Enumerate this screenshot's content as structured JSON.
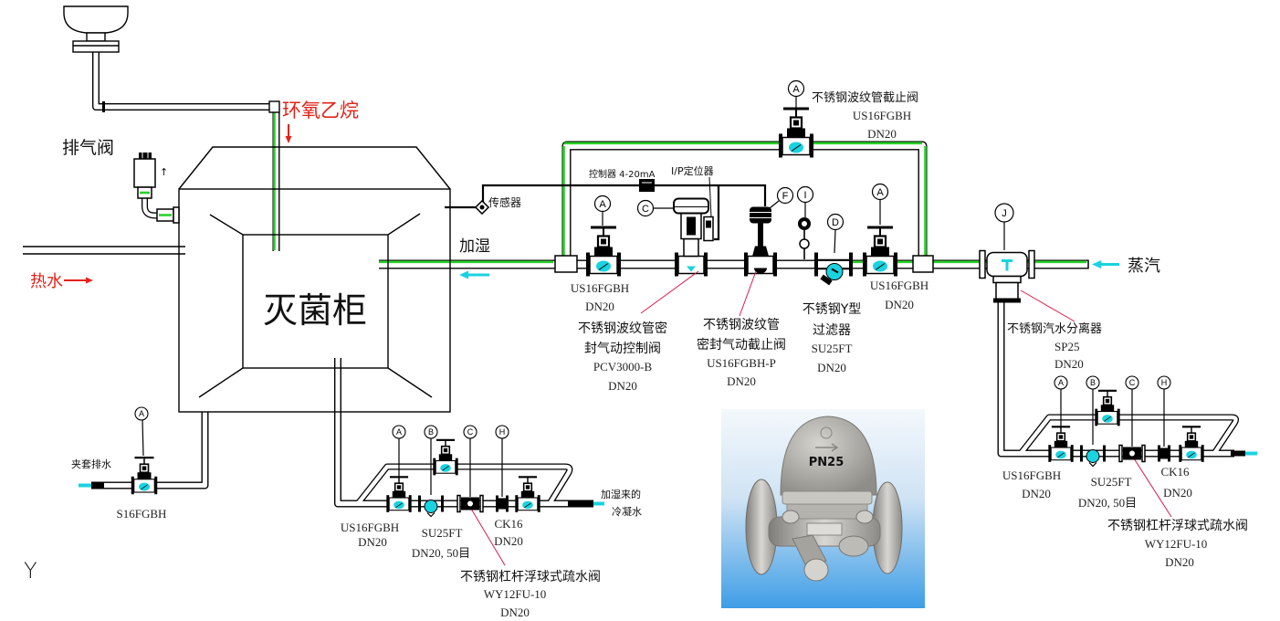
{
  "labels": {
    "cabinet": "灭菌柜",
    "ethylene_oxide": "环氧乙烷",
    "exhaust_valve": "排气阀",
    "exhaust_arrow": "↑",
    "hot_water": "热水",
    "humidify": "加湿",
    "sensor": "传感器",
    "controller_signal": "控制器 4-20mA",
    "ip_positioner": "I/P定位器",
    "steam": "蒸汽",
    "jacket_drain": "夹套排水",
    "condensate": [
      "加湿来的",
      "冷凝水"
    ],
    "corner_marker": "Y"
  },
  "components": {
    "top_bypass_valve": {
      "tag": "A",
      "lines": [
        "不锈钢波纹管截止阀",
        "US16FGBH",
        "DN20"
      ]
    },
    "inlet_globe_valve": {
      "tag": "A",
      "lines": [
        "US16FGBH",
        "DN20"
      ]
    },
    "pneumatic_control_valve": {
      "tag": "C",
      "lines": [
        "不锈钢波纹管密",
        "封气动控制阀",
        "PCV3000-B",
        "DN20"
      ]
    },
    "pneumatic_shutoff_valve": {
      "tag": "F",
      "lines": [
        "不锈钢波纹管",
        "密封气动截止阀",
        "US16FGBH-P",
        "DN20"
      ]
    },
    "pressure_gauge": {
      "tag": "I"
    },
    "y_strainer": {
      "tag": "D",
      "lines": [
        "不锈钢Y型",
        "过滤器",
        "SU25FT",
        "DN20"
      ]
    },
    "outlet_globe_valve": {
      "tag": "A",
      "lines": [
        "US16FGBH",
        "DN20"
      ]
    },
    "steam_separator": {
      "tag": "J",
      "lines": [
        "不锈钢汽水分离器",
        "SP25",
        "DN20"
      ]
    },
    "jacket_drain_valve": {
      "tag": "A",
      "lines": [
        "S16FGBH"
      ]
    }
  },
  "drain_assemblies": [
    {
      "tags": [
        "A",
        "B",
        "C",
        "H"
      ],
      "valve": [
        "US16FGBH",
        "DN20"
      ],
      "strainer": [
        "SU25FT",
        "DN20, 50目"
      ],
      "check_valve": [
        "CK16",
        "DN20"
      ],
      "trap": [
        "不锈钢杠杆浮球式疏水阀",
        "WY12FU-10",
        "DN20"
      ]
    },
    {
      "tags": [
        "A",
        "B",
        "C",
        "H"
      ],
      "valve": [
        "US16FGBH",
        "DN20"
      ],
      "strainer": [
        "SU25FT",
        "DN20, 50目"
      ],
      "check_valve": [
        "CK16",
        "DN20"
      ],
      "trap": [
        "不锈钢杠杆浮球式疏水阀",
        "WY12FU-10",
        "DN20"
      ]
    }
  ],
  "product_photo": {
    "marking": "PN25"
  },
  "colors": {
    "pipe_green": "#2bd12b",
    "flow_cyan": "#19d3e0",
    "label_red": "#e2231a",
    "leader_red": "#d81b4a",
    "photo_bg_top": "#f4f8fc",
    "photo_bg_bottom": "#3e9de6"
  }
}
